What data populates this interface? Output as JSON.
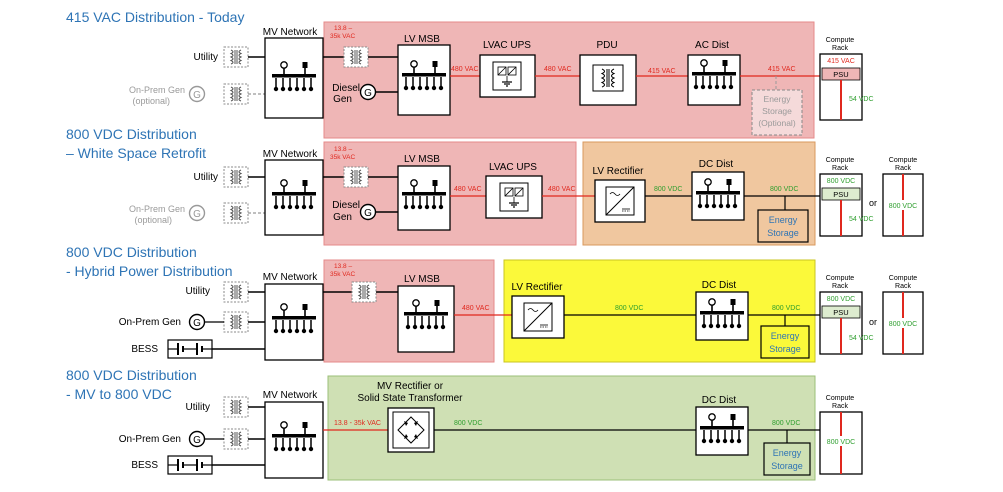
{
  "row1": {
    "title": "415 VAC Distribution - Today",
    "utility": "Utility",
    "gen_line1": "On-Prem Gen",
    "gen_line2": "(optional)",
    "mv_network": "MV Network",
    "mv_voltage_1": "13.8 –",
    "mv_voltage_2": "35k VAC",
    "lv_msb": "LV MSB",
    "diesel_1": "Diesel",
    "diesel_2": "Gen",
    "v_480a": "480 VAC",
    "lvac_ups": "LVAC UPS",
    "v_480b": "480 VAC",
    "pdu": "PDU",
    "v_415a": "415 VAC",
    "ac_dist": "AC Dist",
    "v_415b": "415 VAC",
    "es_1": "Energy",
    "es_2": "Storage",
    "es_3": "(Optional)",
    "rack_1": "Compute",
    "rack_2": "Rack",
    "rack_in": "415 VAC",
    "psu": "PSU",
    "rack_out": "54 VDC"
  },
  "row2": {
    "title_1": "800 VDC Distribution",
    "title_2": "– White Space Retrofit",
    "utility": "Utility",
    "gen_line1": "On-Prem Gen",
    "gen_line2": "(optional)",
    "mv_network": "MV Network",
    "mv_voltage_1": "13.8 –",
    "mv_voltage_2": "35k VAC",
    "lv_msb": "LV MSB",
    "diesel_1": "Diesel",
    "diesel_2": "Gen",
    "v_480a": "480 VAC",
    "lvac_ups": "LVAC UPS",
    "v_480b": "480 VAC",
    "lv_rectifier": "LV Rectifier",
    "v_800a": "800 VDC",
    "dc_dist": "DC Dist",
    "v_800b": "800 VDC",
    "es_1": "Energy",
    "es_2": "Storage",
    "rack_1": "Compute",
    "rack_2": "Rack",
    "rack_in": "800 VDC",
    "psu": "PSU",
    "rack_out": "54 VDC",
    "or": "or",
    "rack2_1": "Compute",
    "rack2_2": "Rack",
    "rack2_v": "800 VDC"
  },
  "row3": {
    "title_1": "800 VDC Distribution",
    "title_2": "- Hybrid Power Distribution",
    "utility": "Utility",
    "gen": "On-Prem Gen",
    "bess": "BESS",
    "mv_network": "MV Network",
    "mv_voltage_1": "13.8 –",
    "mv_voltage_2": "35k VAC",
    "lv_msb": "LV MSB",
    "v_480": "480 VAC",
    "lv_rectifier": "LV Rectifier",
    "v_800a": "800 VDC",
    "dc_dist": "DC Dist",
    "v_800b": "800 VDC",
    "es_1": "Energy",
    "es_2": "Storage",
    "rack_1": "Compute",
    "rack_2": "Rack",
    "rack_in": "800 VDC",
    "psu": "PSU",
    "rack_out": "54 VDC",
    "or": "or",
    "rack2_1": "Compute",
    "rack2_2": "Rack",
    "rack2_v": "800 VDC"
  },
  "row4": {
    "title_1": "800 VDC Distribution",
    "title_2": "- MV to 800 VDC",
    "utility": "Utility",
    "gen": "On-Prem Gen",
    "bess": "BESS",
    "mv_network": "MV Network",
    "mv_voltage": "13.8 - 35k VAC",
    "mv_rect_1": "MV Rectifier or",
    "mv_rect_2": "Solid State Transformer",
    "v_800a": "800 VDC",
    "dc_dist": "DC Dist",
    "v_800b": "800 VDC",
    "es_1": "Energy",
    "es_2": "Storage",
    "rack_1": "Compute",
    "rack_2": "Rack",
    "rack_v": "800 VDC"
  },
  "colors": {
    "title": "#2e74b5",
    "ac_zone": "#efb6b6",
    "dc_retrofit_zone": "#f0c79f",
    "dc_hybrid_zone": "#fbf93a",
    "mv_dc_zone": "#cfe0b4",
    "ac_voltage": "#e0281e",
    "dc_voltage": "#2e9e2e"
  }
}
